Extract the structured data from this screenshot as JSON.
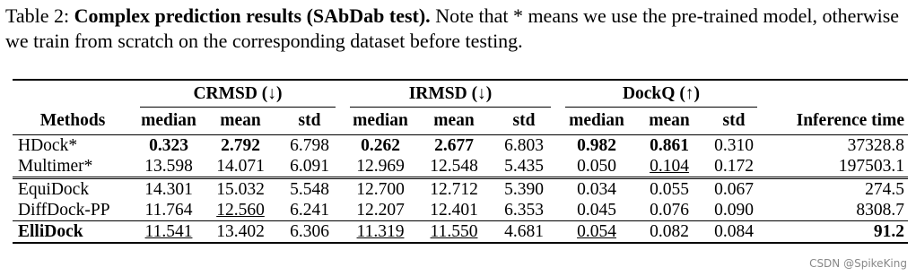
{
  "caption": {
    "label": "Table 2: ",
    "title": "Complex prediction results (SAbDab test).",
    "text": " Note that * means we use the pre-trained model, otherwise we train from scratch on the corresponding dataset before testing."
  },
  "table": {
    "groups": [
      "CRMSD (↓)",
      "IRMSD (↓)",
      "DockQ (↑)"
    ],
    "methods_header": "Methods",
    "sub_headers": [
      "median",
      "mean",
      "std",
      "median",
      "mean",
      "std",
      "median",
      "mean",
      "std"
    ],
    "inference_header": "Inference time",
    "rows": [
      {
        "method": "HDock*",
        "cells": [
          "0.323",
          "2.792",
          "6.798",
          "0.262",
          "2.677",
          "6.803",
          "0.982",
          "0.861",
          "0.310"
        ],
        "time": "37328.8"
      },
      {
        "method": "Multimer*",
        "cells": [
          "13.598",
          "14.071",
          "6.091",
          "12.969",
          "12.548",
          "5.435",
          "0.050",
          "0.104",
          "0.172"
        ],
        "time": "197503.1"
      },
      {
        "method": "EquiDock",
        "cells": [
          "14.301",
          "15.032",
          "5.548",
          "12.700",
          "12.712",
          "5.390",
          "0.034",
          "0.055",
          "0.067"
        ],
        "time": "274.5"
      },
      {
        "method": "DiffDock-PP",
        "cells": [
          "11.764",
          "12.560",
          "6.241",
          "12.207",
          "12.401",
          "6.353",
          "0.045",
          "0.076",
          "0.090"
        ],
        "time": "8308.7"
      },
      {
        "method": "ElliDock",
        "cells": [
          "11.541",
          "13.402",
          "6.306",
          "11.319",
          "11.550",
          "4.681",
          "0.054",
          "0.082",
          "0.084"
        ],
        "time": "91.2"
      }
    ]
  },
  "watermark": "CSDN @SpikeKing"
}
